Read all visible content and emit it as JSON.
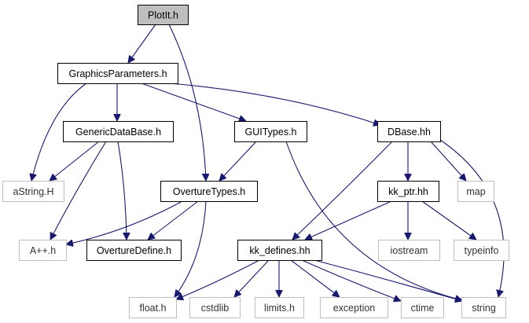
{
  "diagram": {
    "type": "include-dependency-graph",
    "colors": {
      "edge": "#191970",
      "node_border": "#000000",
      "external_border": "#bfbfbf",
      "external_text": "#333333",
      "root_fill": "#bfbfbf",
      "node_fill": "#ffffff"
    },
    "nodes": [
      {
        "id": "plotit",
        "label": "PlotIt.h",
        "kind": "root"
      },
      {
        "id": "graphicsparameters",
        "label": "GraphicsParameters.h",
        "kind": "local"
      },
      {
        "id": "genericdatabase",
        "label": "GenericDataBase.h",
        "kind": "local"
      },
      {
        "id": "guitypes",
        "label": "GUITypes.h",
        "kind": "local"
      },
      {
        "id": "dbase",
        "label": "DBase.hh",
        "kind": "local"
      },
      {
        "id": "astring",
        "label": "aString.H",
        "kind": "external"
      },
      {
        "id": "overturetypes",
        "label": "OvertureTypes.h",
        "kind": "local"
      },
      {
        "id": "kkptr",
        "label": "kk_ptr.hh",
        "kind": "local"
      },
      {
        "id": "map",
        "label": "map",
        "kind": "external"
      },
      {
        "id": "aplusplus",
        "label": "A++.h",
        "kind": "external"
      },
      {
        "id": "overturedefine",
        "label": "OvertureDefine.h",
        "kind": "local"
      },
      {
        "id": "kkdefines",
        "label": "kk_defines.hh",
        "kind": "local"
      },
      {
        "id": "iostream",
        "label": "iostream",
        "kind": "external"
      },
      {
        "id": "typeinfo",
        "label": "typeinfo",
        "kind": "external"
      },
      {
        "id": "floath",
        "label": "float.h",
        "kind": "external"
      },
      {
        "id": "cstdlib",
        "label": "cstdlib",
        "kind": "external"
      },
      {
        "id": "limits",
        "label": "limits.h",
        "kind": "external"
      },
      {
        "id": "exception",
        "label": "exception",
        "kind": "external"
      },
      {
        "id": "ctime",
        "label": "ctime",
        "kind": "external"
      },
      {
        "id": "string",
        "label": "string",
        "kind": "external"
      }
    ],
    "edges": [
      {
        "from": "plotit",
        "to": "graphicsparameters"
      },
      {
        "from": "plotit",
        "to": "overturetypes"
      },
      {
        "from": "graphicsparameters",
        "to": "astring"
      },
      {
        "from": "graphicsparameters",
        "to": "genericdatabase"
      },
      {
        "from": "graphicsparameters",
        "to": "guitypes"
      },
      {
        "from": "graphicsparameters",
        "to": "dbase"
      },
      {
        "from": "genericdatabase",
        "to": "astring"
      },
      {
        "from": "genericdatabase",
        "to": "aplusplus"
      },
      {
        "from": "genericdatabase",
        "to": "overturedefine"
      },
      {
        "from": "guitypes",
        "to": "overturetypes"
      },
      {
        "from": "guitypes",
        "to": "string"
      },
      {
        "from": "overturetypes",
        "to": "aplusplus"
      },
      {
        "from": "overturetypes",
        "to": "overturedefine"
      },
      {
        "from": "overturetypes",
        "to": "floath"
      },
      {
        "from": "dbase",
        "to": "kkdefines"
      },
      {
        "from": "dbase",
        "to": "kkptr"
      },
      {
        "from": "dbase",
        "to": "map"
      },
      {
        "from": "dbase",
        "to": "string"
      },
      {
        "from": "kkptr",
        "to": "kkdefines"
      },
      {
        "from": "kkptr",
        "to": "iostream"
      },
      {
        "from": "kkptr",
        "to": "typeinfo"
      },
      {
        "from": "kkdefines",
        "to": "floath"
      },
      {
        "from": "kkdefines",
        "to": "cstdlib"
      },
      {
        "from": "kkdefines",
        "to": "limits"
      },
      {
        "from": "kkdefines",
        "to": "exception"
      },
      {
        "from": "kkdefines",
        "to": "ctime"
      },
      {
        "from": "kkdefines",
        "to": "string"
      }
    ]
  }
}
